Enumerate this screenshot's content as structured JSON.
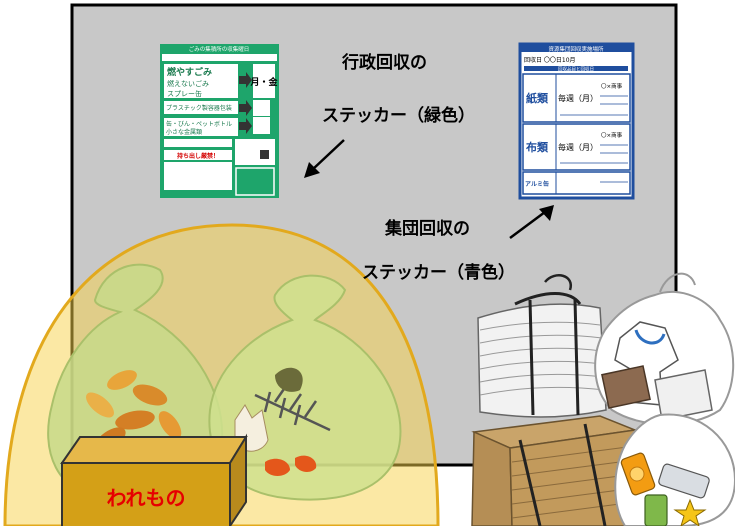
{
  "labels": {
    "gyosei_line1": "行政回収の",
    "gyosei_line2": "ステッカー（緑色）",
    "shudan_line1": "集団回収の",
    "shudan_line2": "ステッカー（青色）",
    "box_label": "われもの"
  },
  "green_sticker": {
    "header": "ごみの集積所の収集曜日",
    "row1_lines": [
      "燃やすごみ",
      "燃えないごみ",
      "スプレー缶"
    ],
    "row1_days": "月・金",
    "row2_label": "プラスチック製容器包装",
    "row3_line1": "缶・びん・ペットボトル",
    "row3_line2": "小さな金属類",
    "notice": "持ち出し厳禁！",
    "color": "#1ea56b"
  },
  "blue_sticker": {
    "header": "資源集団回収実施場所",
    "date_line": "回収日 〇〇日10月",
    "sub_header": "回収品目と回収日",
    "row_paper": "紙類",
    "row_cloth": "布類",
    "row_alu": "アルミ缶",
    "sample_text": "毎週（月）",
    "tag": "〇×商事",
    "color": "#1f4e9e"
  },
  "colors": {
    "board": "#c8c8c8",
    "dome": "#f7d24a",
    "box": "#d4a017",
    "box_text": "#e60000"
  }
}
